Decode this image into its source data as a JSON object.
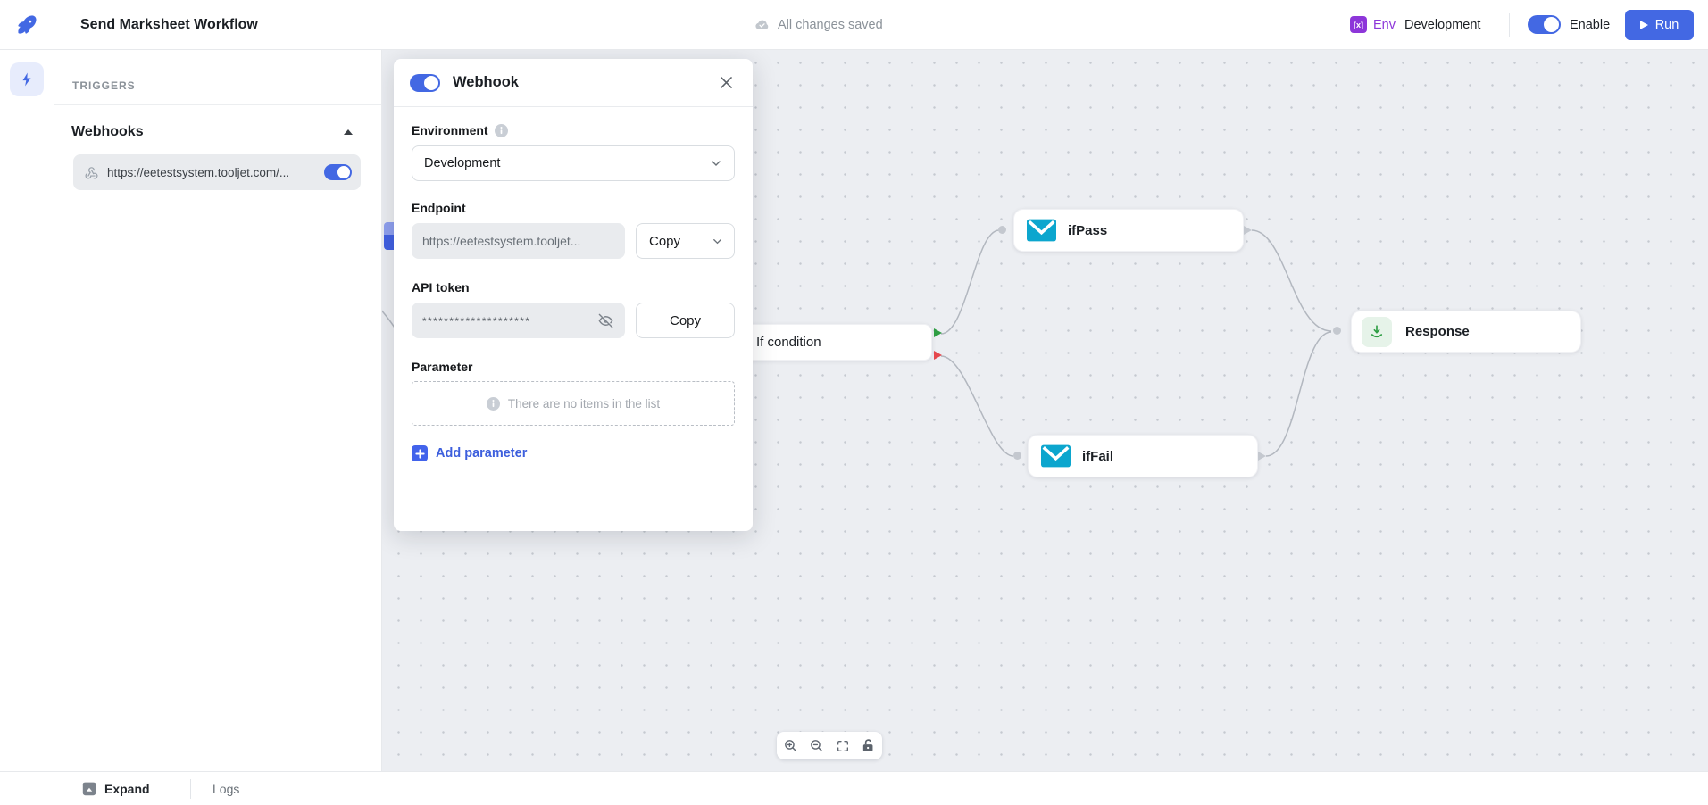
{
  "header": {
    "title": "Send Marksheet Workflow",
    "save_status": "All changes saved",
    "env_icon_glyph": "[x]",
    "env_label": "Env",
    "env_name": "Development",
    "enable_label": "Enable",
    "run_label": "Run"
  },
  "sidebar": {
    "section_title": "TRIGGERS",
    "group_title": "Webhooks",
    "webhook": {
      "url": "https://eetestsystem.tooljet.com/...",
      "enabled": true
    }
  },
  "panel": {
    "title": "Webhook",
    "enabled": true,
    "environment": {
      "label": "Environment",
      "value": "Development"
    },
    "endpoint": {
      "label": "Endpoint",
      "value": "https://eetestsystem.tooljet...",
      "copy_label": "Copy"
    },
    "api_token": {
      "label": "API token",
      "masked_value": "********************",
      "copy_label": "Copy"
    },
    "parameter": {
      "label": "Parameter",
      "empty_text": "There are no items in the list",
      "add_label": "Add parameter"
    }
  },
  "canvas": {
    "nodes": [
      {
        "id": "if-condition",
        "label": "If condition",
        "type": "if-condition"
      },
      {
        "id": "ifPass",
        "label": "ifPass",
        "type": "email"
      },
      {
        "id": "ifFail",
        "label": "ifFail",
        "type": "email"
      },
      {
        "id": "response",
        "label": "Response",
        "type": "response"
      }
    ],
    "controls": [
      "zoom-in",
      "zoom-out",
      "fit-view",
      "lock"
    ]
  },
  "footer": {
    "expand_label": "Expand",
    "logs_label": "Logs"
  },
  "colors": {
    "accent_blue": "#4368e3",
    "env_purple": "#8d36d9",
    "email_cyan": "#0ca6ce",
    "success_green": "#2f9e44",
    "fail_red": "#e5484d",
    "canvas_bg": "#eceef2",
    "dot_grid": "#c5c9d0"
  }
}
